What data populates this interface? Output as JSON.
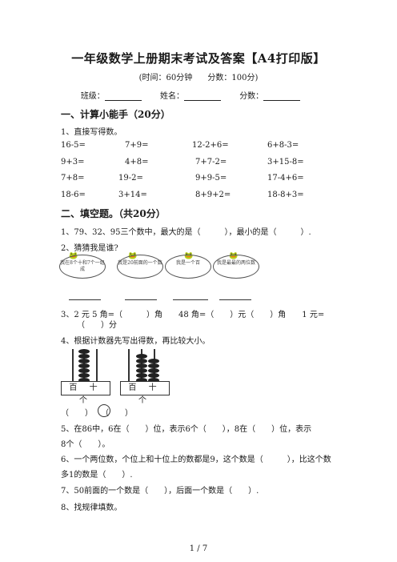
{
  "header": {
    "title": "一年级数学上册期末考试及答案【A4打印版】",
    "time": "(时间：60分钟",
    "score": "分数：100分)",
    "class_label": "班级：",
    "name_label": "姓名：",
    "points_label": "分数："
  },
  "section1": {
    "heading": "一、计算小能手（20分）",
    "instruction": "1、直接写得数。",
    "rows": [
      [
        "16-5=",
        "7+9=",
        "12-2+6=",
        "6+8-3="
      ],
      [
        "9+3=",
        "4+8=",
        "7+7-2=",
        "3+15-8="
      ],
      [
        "7+8=",
        "19-2=",
        "9+9-5=",
        "17-4+6="
      ],
      [
        "18-6=",
        "3+14=",
        "8+9+2=",
        "18-8+3="
      ]
    ]
  },
  "section2": {
    "heading": "二、填空题。（共20分）",
    "q1": "1、79、32、95三个数中，最大的是（　　　），最小的是（　　　）.",
    "q2": "2、猜猜我是谁?",
    "bubbles": [
      "我在8个十和7个一组成",
      "我是20前面的一个数",
      "我是一个百",
      "我是最最的两位数"
    ],
    "q3a": "3、2 元 5 角=（　　　）角　　48 角=（　　）元（　　）角　　1 元=",
    "q3b": "（　　）分",
    "q4": "4、根据计数器先写出得数，再比较大小。",
    "abacus_labels": [
      "百 十 个",
      "百 十 个"
    ],
    "compare": "（　　）　　（　　）",
    "q5a": "5、在86中，6在（　　）位，表示6个（　　），8在（　　）位，表示",
    "q5b": "8个（　　）。",
    "q6a": "6、一个两位数，个位上和十位上的数都是9，这个数是（　　　），比这个数",
    "q6b": "多1的数是（　　）.",
    "q7": "7、50前面的一个数是（　　），后面一个数是（　　）.",
    "q8": "8、找规律填数。"
  },
  "footer": {
    "page": "1 / 7"
  }
}
